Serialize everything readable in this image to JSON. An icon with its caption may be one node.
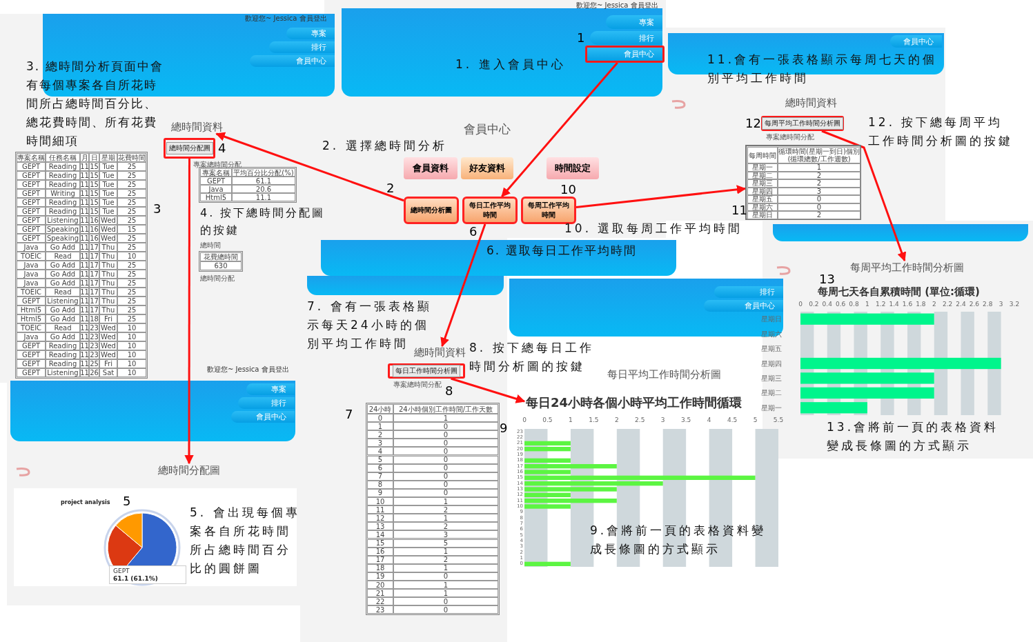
{
  "diagram": {
    "nodes": [
      {
        "text": [
          "專案"
        ]
      },
      {
        "text": [
          "排行"
        ]
      },
      {
        "text": [
          "會員中心"
        ]
      },
      {
        "text": [
          "專案"
        ]
      },
      {
        "text": [
          "排行"
        ]
      },
      {
        "text": [
          "會員中心"
        ],
        "beside": [
          "1"
        ]
      },
      {
        "text": [
          "會員中心"
        ]
      },
      {
        "text": [
          "會員資料"
        ]
      },
      {
        "text": [
          "好友資料"
        ]
      },
      {
        "text": [
          "時間設定"
        ]
      },
      {
        "text": [
          "總時間分析圖"
        ],
        "beside": [
          "2"
        ]
      },
      {
        "text": [
          "每日工作平均時間"
        ],
        "beside": [
          "6"
        ]
      },
      {
        "text": [
          "每周工作平均時間"
        ],
        "beside": [
          "10"
        ]
      },
      {
        "text": [
          "總時間資料"
        ]
      },
      {
        "text": [
          "總時間分配圖"
        ],
        "beside": [
          "4"
        ]
      },
      {
        "text": [
          "每周平均工作時間分析圖"
        ],
        "beside": [
          "12"
        ]
      },
      {
        "text": [
          "專案"
        ]
      },
      {
        "text": [
          "排行"
        ]
      },
      {
        "text": [
          "會員中心"
        ]
      },
      {
        "text": [
          "總時間分配圖"
        ]
      },
      {
        "text": [
          "總時間資料"
        ]
      },
      {
        "text": [
          "每日工作時間分析圖"
        ],
        "beside": [
          "8"
        ]
      },
      {
        "text": [
          "排行"
        ]
      },
      {
        "text": [
          "會員中心"
        ]
      },
      {
        "text": [
          "每周平均工作時間分析圖"
        ],
        "beside": [
          "13"
        ]
      },
      {
        "text": [],
        "shape": "box"
      }
    ],
    "edges": [
      {
        "from": 5,
        "to": 11,
        "arrow": "to"
      },
      {
        "from": 10,
        "to": 13,
        "arrow": "to"
      },
      {
        "from": 14,
        "to": 19,
        "arrow": "to"
      },
      {
        "from": 11,
        "to": 20,
        "arrow": "to"
      },
      {
        "from": 21,
        "to": null,
        "arrow": "to"
      },
      {
        "from": 12,
        "to": 25,
        "arrow": "to"
      },
      {
        "from": 15,
        "to": 24,
        "arrow": "to"
      }
    ],
    "labels": [
      "歡迎您~ Jessica 會員登出",
      "3. 總時間分析頁面中會有每個專案各自所花時間所占總時間百分比、總花費時間、所有花費時間細項",
      "專案總時間分配",
      "專案名稱",
      "任務名稱",
      "月",
      "日",
      "星期",
      "花費時間",
      "GEPT",
      "Reading",
      "11",
      "15",
      "Tue",
      "25",
      "GEPT",
      "Reading",
      "11",
      "15",
      "Tue",
      "25",
      "GEPT",
      "Reading",
      "11",
      "15",
      "Tue",
      "25",
      "GEPT",
      "Writing",
      "11",
      "15",
      "Tue",
      "25",
      "GEPT",
      "Reading",
      "11",
      "15",
      "Tue",
      "25",
      "GEPT",
      "Reading",
      "11",
      "15",
      "Tue",
      "25",
      "GEPT",
      "Listening",
      "11",
      "16",
      "Wed",
      "25",
      "GEPT",
      "Speaking",
      "11",
      "16",
      "Wed",
      "15",
      "GEPT",
      "Speaking",
      "11",
      "16",
      "Wed",
      "25",
      "Java",
      "Go Add",
      "11",
      "17",
      "Thu",
      "25",
      "TOEIC",
      "Read",
      "11",
      "17",
      "Thu",
      "10",
      "Java",
      "Go Add",
      "11",
      "17",
      "Thu",
      "25",
      "Java",
      "Go Add",
      "11",
      "17",
      "Thu",
      "25",
      "Java",
      "Go Add",
      "11",
      "17",
      "Thu",
      "25",
      "TOEIC",
      "Read",
      "11",
      "17",
      "Thu",
      "25",
      "GEPT",
      "Listening",
      "11",
      "17",
      "Thu",
      "25",
      "Html5",
      "Go Add",
      "11",
      "17",
      "Thu",
      "25",
      "Html5",
      "Go Add",
      "11",
      "18",
      "Fri",
      "25",
      "TOEIC",
      "Read",
      "11",
      "23",
      "Wed",
      "10",
      "Java",
      "Go Add",
      "11",
      "23",
      "Wed",
      "10",
      "GEPT",
      "Reading",
      "11",
      "23",
      "Wed",
      "10",
      "GEPT",
      "Reading",
      "11",
      "23",
      "Wed",
      "10",
      "GEPT",
      "Reading",
      "11",
      "25",
      "Fri",
      "10",
      "GEPT",
      "Listening",
      "11",
      "26",
      "Sat",
      "10",
      "專案名稱",
      "平均百分比分配(%)",
      "GEPT",
      "61.1",
      "Java",
      "20.6",
      "Html5",
      "11.1",
      "3",
      "4. 按下總時間分配圖的按鍵",
      "總時間",
      "花費總時間",
      "630",
      "總時間分配",
      "歡迎您~ Jessica 會員登出",
      "1. 進入會員中心",
      "會員中心",
      "2. 選擇總時間分析",
      "10. 選取每周工作平均時間",
      "6. 選取每日工作平均時間",
      "11.會有一張表格顯示每周七天的個別平均工作時間",
      "總時間資料",
      "12. 按下總每周平均工作時間分析圖的按鍵",
      "專案總時間分配",
      "每周時間",
      "循環時間(星期一到日)個別(循環總數/工作週數)",
      "星期一",
      "1",
      "星期二",
      "2",
      "星期三",
      "2",
      "星期四",
      "3",
      "星期五",
      "0",
      "星期六",
      "0",
      "星期日",
      "2",
      "11",
      "7. 會有一張表格顯示每天24小時的個別平均工作時間",
      "專案總時間分配",
      "7",
      "24小時",
      "24小時個別工作時間/工作天數",
      "0",
      "1",
      "1",
      "0",
      "2",
      "0",
      "3",
      "0",
      "4",
      "0",
      "5",
      "0",
      "6",
      "0",
      "7",
      "0",
      "8",
      "0",
      "9",
      "0",
      "10",
      "1",
      "11",
      "2",
      "12",
      "1",
      "13",
      "2",
      "14",
      "3",
      "15",
      "5",
      "16",
      "1",
      "17",
      "2",
      "18",
      "1",
      "19",
      "0",
      "20",
      "1",
      "21",
      "1",
      "22",
      "0",
      "23",
      "0",
      "8. 按下總每日工作時間分析圖的按鍵",
      "每日平均工作時間分析圖",
      "9",
      "9.會將前一頁的表格資料變成長條圖的方式顯示",
      "歡迎您~ Jessica 會員登出",
      "project analysis",
      "5",
      "GEPT",
      "61.1 (61.1%)",
      "5. 會出現每個專案各自所花時間所占總時間百分比的圓餅圖",
      "13.會將前一頁的表格資料變成長條圖的方式顯示"
    ],
    "chart_data": [
      {
        "type": "bar",
        "orientation": "horizontal",
        "title": "每日24小時各個小時平均工作時間循環",
        "categories": [
          "23",
          "22",
          "21",
          "20",
          "19",
          "18",
          "17",
          "16",
          "15",
          "14",
          "13",
          "12",
          "11",
          "10",
          "9",
          "8",
          "7",
          "6",
          "5",
          "4",
          "3",
          "2",
          "1",
          "0"
        ],
        "series": [
          {
            "color": "#5cf542",
            "values": [
              0,
              0,
              1,
              1,
              0,
              1,
              2,
              1,
              5,
              3,
              2,
              1,
              2,
              1,
              0,
              0,
              0,
              0,
              0,
              0,
              0,
              0,
              0,
              1
            ]
          }
        ],
        "xlim": [
          0,
          5.5
        ],
        "xticks": [
          0,
          0.5,
          1,
          1.5,
          2,
          2.5,
          3,
          3.5,
          4,
          4.5,
          5,
          5.5
        ]
      },
      {
        "type": "bar",
        "orientation": "horizontal",
        "title": "每周七天各自累積時間 (單位:循環)",
        "categories": [
          "星期日",
          "星期六",
          "星期五",
          "星期四",
          "星期三",
          "星期二",
          "星期一"
        ],
        "series": [
          {
            "color": "#00f58c",
            "values": [
              2,
              0,
              0,
              3,
              2,
              2,
              1
            ]
          }
        ],
        "xlim": [
          0,
          3.2
        ],
        "xticks": [
          0,
          0.2,
          0.4,
          0.6,
          0.8,
          1,
          1.2,
          1.4,
          1.6,
          1.8,
          2,
          2.2,
          2.4,
          2.6,
          2.8,
          3,
          3.2
        ]
      }
    ]
  }
}
